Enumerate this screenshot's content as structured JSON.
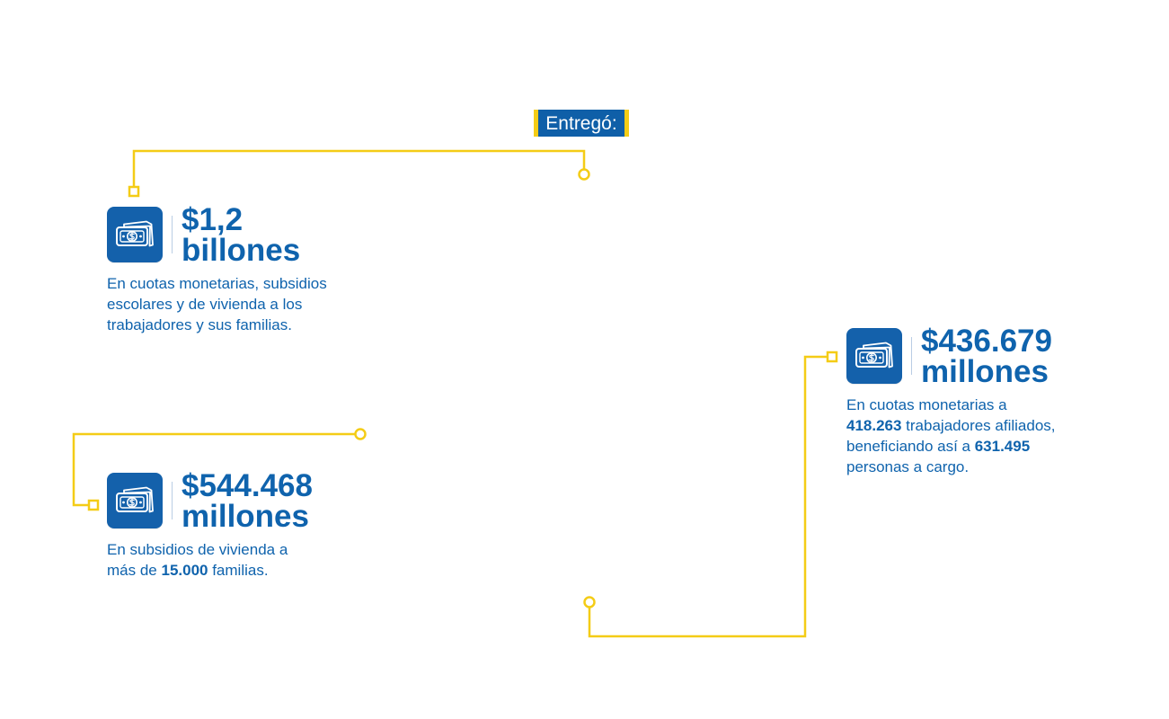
{
  "header": {
    "label": "Entregó:"
  },
  "icons": {
    "stat_icon": "money-bill-icon"
  },
  "colors": {
    "brand_blue": "#0f63ad",
    "accent_yellow": "#f4cc16",
    "background": "#ffffff"
  },
  "stats": [
    {
      "value_line_1": "$1,2",
      "value_line_2": "billones",
      "description_line_1": "En cuotas monetarias, subsidios",
      "description_line_2": "escolares y de vivienda a los",
      "description_line_3": "trabajadores y sus familias."
    },
    {
      "value_line_1": "$544.468",
      "value_line_2": "millones",
      "description_line_1": "En subsidios de vivienda a",
      "description_line_2_prefix": "más de ",
      "description_line_2_highlight": "15.000",
      "description_line_2_suffix": " familias."
    },
    {
      "value_line_1": "$436.679",
      "value_line_2": "millones",
      "description_line_1": "En cuotas monetarias a",
      "description_line_2_highlight": "418.263",
      "description_line_2_suffix": " trabajadores afiliados,",
      "description_line_3_prefix": "beneficiando así a ",
      "description_line_3_highlight": "631.495",
      "description_line_4": "personas a cargo."
    }
  ]
}
